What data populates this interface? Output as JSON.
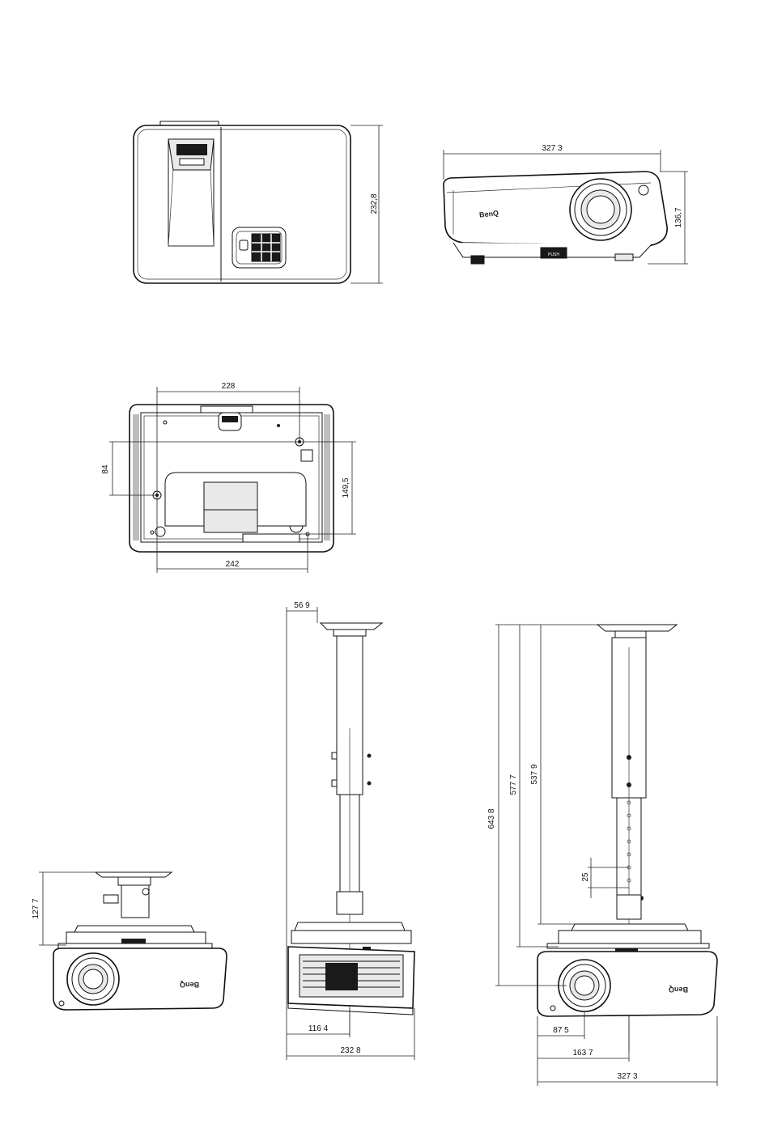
{
  "top_view": {
    "depth": "232,8"
  },
  "front_view": {
    "width": "327 3",
    "height": "136,7",
    "brand": "BenQ",
    "foot_label": "PUSH"
  },
  "bottom_view": {
    "hole_span_top": "228",
    "hole_pitch_left": "84",
    "hole_pitch_right": "149,5",
    "hole_span_bottom": "242"
  },
  "mount_front": {
    "bracket_height": "127 7",
    "brand": "BenQ"
  },
  "mount_side": {
    "offset": "56 9",
    "half_depth": "116 4",
    "depth": "232 8"
  },
  "mount_extended": {
    "total_height": "643 8",
    "height_2": "577 7",
    "height_3": "537 9",
    "hole_pitch": "25",
    "lens_offset": "87 5",
    "half_width": "163 7",
    "width": "327 3",
    "brand": "BenQ"
  }
}
